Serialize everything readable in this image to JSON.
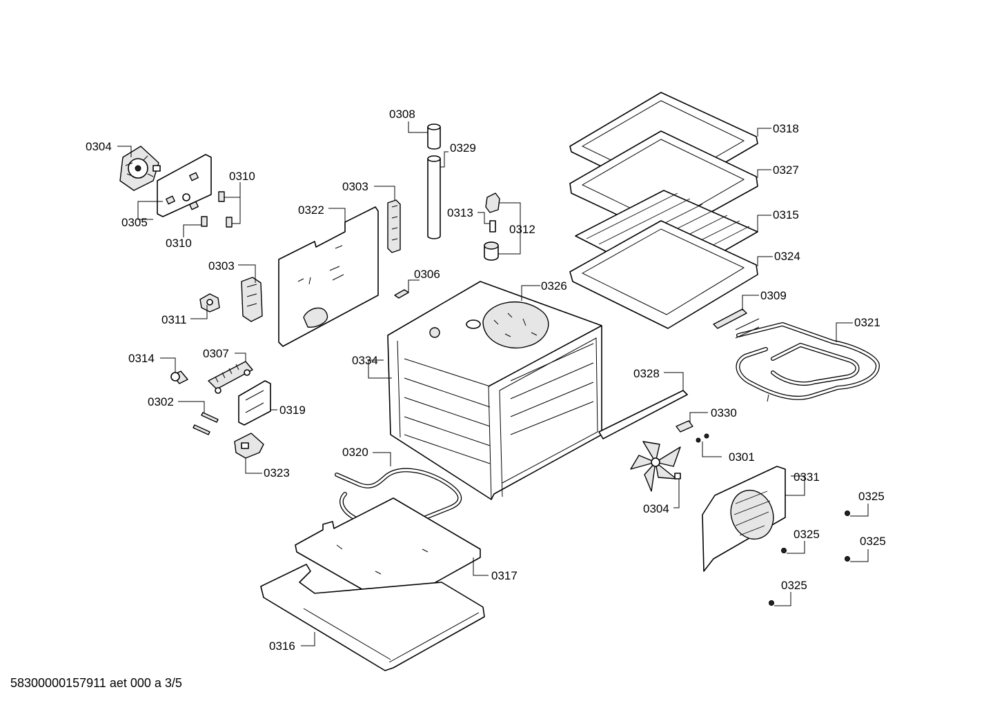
{
  "footer": {
    "doc_code": "58300000157911 aet 000 a 3/5"
  },
  "callouts": [
    {
      "id": "c-0304a",
      "text": "0304"
    },
    {
      "id": "c-0305",
      "text": "0305"
    },
    {
      "id": "c-0310a",
      "text": "0310"
    },
    {
      "id": "c-0310b",
      "text": "0310"
    },
    {
      "id": "c-0308",
      "text": "0308"
    },
    {
      "id": "c-0329",
      "text": "0329"
    },
    {
      "id": "c-0303a",
      "text": "0303"
    },
    {
      "id": "c-0322",
      "text": "0322"
    },
    {
      "id": "c-0313",
      "text": "0313"
    },
    {
      "id": "c-0312",
      "text": "0312"
    },
    {
      "id": "c-0303b",
      "text": "0303"
    },
    {
      "id": "c-0306",
      "text": "0306"
    },
    {
      "id": "c-0311",
      "text": "0311"
    },
    {
      "id": "c-0326",
      "text": "0326"
    },
    {
      "id": "c-0318",
      "text": "0318"
    },
    {
      "id": "c-0327",
      "text": "0327"
    },
    {
      "id": "c-0315",
      "text": "0315"
    },
    {
      "id": "c-0324",
      "text": "0324"
    },
    {
      "id": "c-0309",
      "text": "0309"
    },
    {
      "id": "c-0321",
      "text": "0321"
    },
    {
      "id": "c-0314",
      "text": "0314"
    },
    {
      "id": "c-0307",
      "text": "0307"
    },
    {
      "id": "c-0334",
      "text": "0334"
    },
    {
      "id": "c-0328",
      "text": "0328"
    },
    {
      "id": "c-0302",
      "text": "0302"
    },
    {
      "id": "c-0319",
      "text": "0319"
    },
    {
      "id": "c-0330",
      "text": "0330"
    },
    {
      "id": "c-0301",
      "text": "0301"
    },
    {
      "id": "c-0320",
      "text": "0320"
    },
    {
      "id": "c-0323",
      "text": "0323"
    },
    {
      "id": "c-0331",
      "text": "0331"
    },
    {
      "id": "c-0304b",
      "text": "0304"
    },
    {
      "id": "c-0325a",
      "text": "0325"
    },
    {
      "id": "c-0325b",
      "text": "0325"
    },
    {
      "id": "c-0325c",
      "text": "0325"
    },
    {
      "id": "c-0317",
      "text": "0317"
    },
    {
      "id": "c-0325d",
      "text": "0325"
    },
    {
      "id": "c-0316",
      "text": "0316"
    }
  ]
}
